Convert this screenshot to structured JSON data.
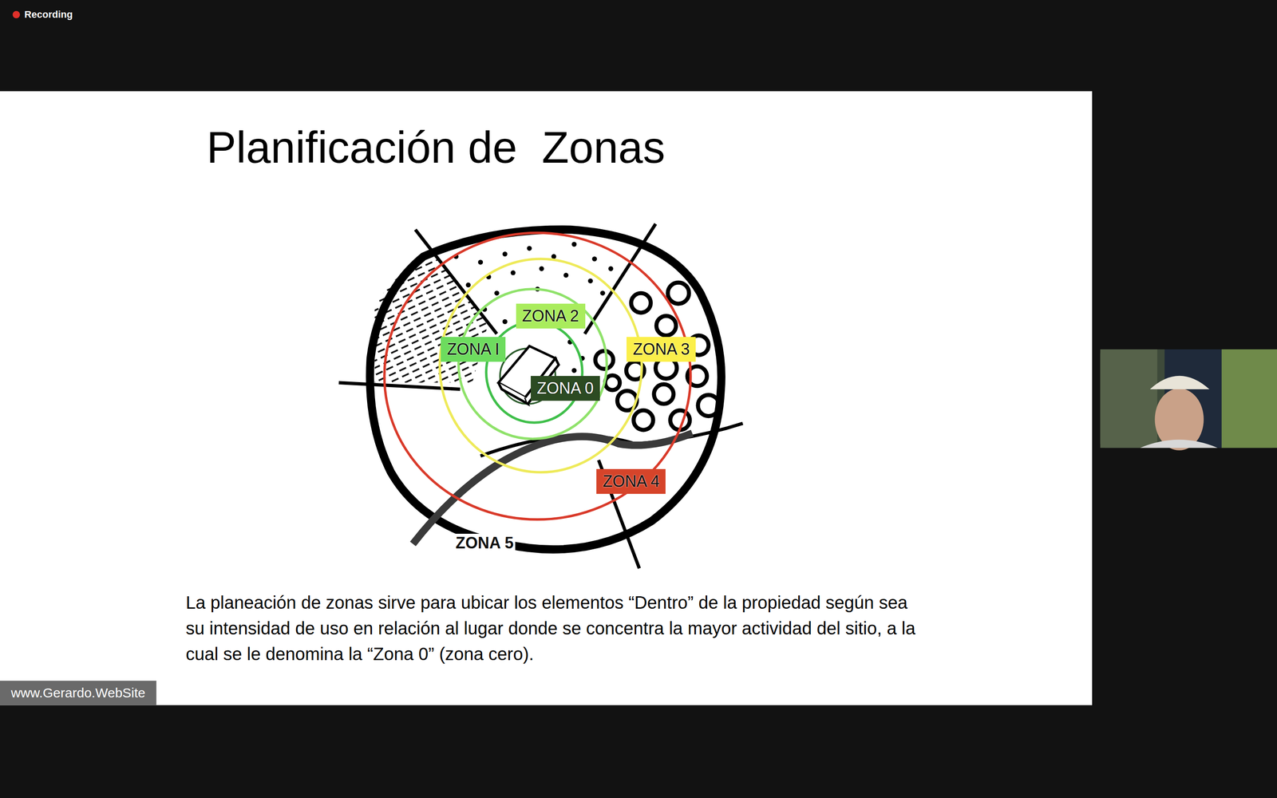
{
  "diagram": {
    "title": "Planificación de  Zonas",
    "caption": "La planeación de zonas sirve para ubicar los elementos “Dentro” de la propiedad según sea su intensidad de uso en relación al lugar donde se concentra la mayor actividad del sitio, a la cual se le denomina la “Zona 0” (zona cero).",
    "nodes": [
      {
        "text": [
          "ZONA 2"
        ]
      },
      {
        "text": [
          "ZONA I"
        ]
      },
      {
        "text": [
          "ZONA 3"
        ]
      },
      {
        "text": [
          "ZONA 0"
        ]
      },
      {
        "text": [
          "ZONA 4"
        ]
      }
    ],
    "labels": [
      "Recording",
      "ZONA 5",
      "www.Gerardo.WebSite"
    ]
  }
}
